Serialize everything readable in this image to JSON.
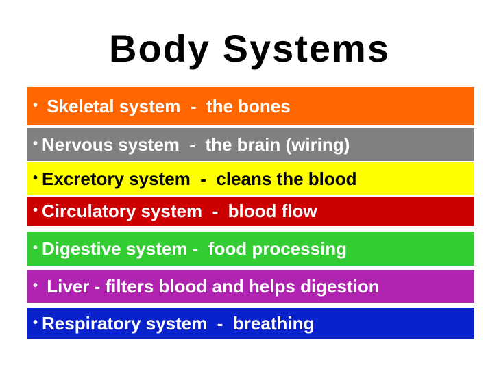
{
  "title": "Body Systems",
  "bullet": "•",
  "items": [
    {
      "text": " Skeletal system  -  the bones",
      "bg": "#FF6600",
      "fg": "#FFFFFF"
    },
    {
      "text": "Nervous system  -  the brain (wiring)",
      "bg": "#808080",
      "fg": "#FFFFFF"
    },
    {
      "text": "Excretory system  -  cleans the blood",
      "bg": "#FFFF00",
      "fg": "#000000"
    },
    {
      "text": "Circulatory system  -  blood flow",
      "bg": "#CC0000",
      "fg": "#FFFFFF"
    },
    {
      "text": "Digestive system -  food processing",
      "bg": "#33CC33",
      "fg": "#FFFFFF"
    },
    {
      "text": " Liver - filters blood and helps digestion",
      "bg": "#B022B0",
      "fg": "#FFFFFF"
    },
    {
      "text": "Respiratory system  -  breathing",
      "bg": "#0A22CC",
      "fg": "#FFFFFF"
    }
  ]
}
